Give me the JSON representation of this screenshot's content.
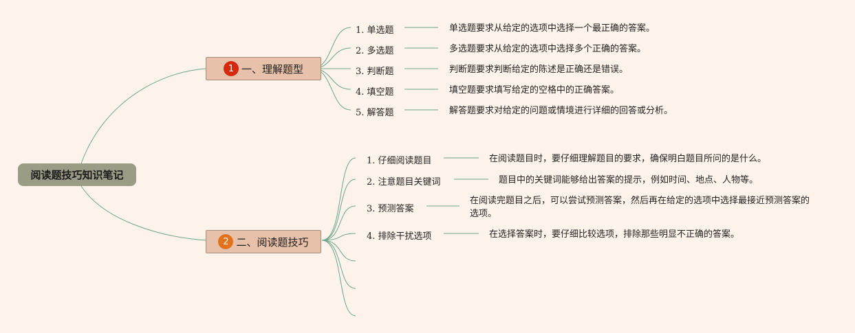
{
  "root": {
    "label": "阅读题技巧知识笔记"
  },
  "branches": [
    {
      "badge": "1",
      "badge_color": "#d6280f",
      "label": "一、理解题型",
      "items": [
        {
          "label": "1. 单选题",
          "desc": "单选题要求从给定的选项中选择一个最正确的答案。"
        },
        {
          "label": "2. 多选题",
          "desc": "多选题要求从给定的选项中选择多个正确的答案。"
        },
        {
          "label": "3. 判断题",
          "desc": "判断题要求判断给定的陈述是正确还是错误。"
        },
        {
          "label": "4. 填空题",
          "desc": "填空题要求填写给定的空格中的正确答案。"
        },
        {
          "label": "5. 解答题",
          "desc": "解答题要求对给定的问题或情境进行详细的回答或分析。"
        }
      ]
    },
    {
      "badge": "2",
      "badge_color": "#e3721c",
      "label": "二、阅读题技巧",
      "items": [
        {
          "label": "1. 仔细阅读题目",
          "desc": "在阅读题目时，要仔细理解题目的要求，确保明白题目所问的是什么。"
        },
        {
          "label": "2. 注意题目关键词",
          "desc": "题目中的关键词能够给出答案的提示，例如时间、地点、人物等。"
        },
        {
          "label": "3. 预测答案",
          "desc": "在阅读完题目之后，可以尝试预测答案，然后再在给定的选项中选择最接近预测答案的选项。"
        },
        {
          "label": "4. 排除干扰选项",
          "desc": "在选择答案时，要仔细比较选项，排除那些明显不正确的答案。"
        }
      ]
    }
  ],
  "colors": {
    "line": "#6aa58b",
    "background": "#fdf3ea"
  }
}
